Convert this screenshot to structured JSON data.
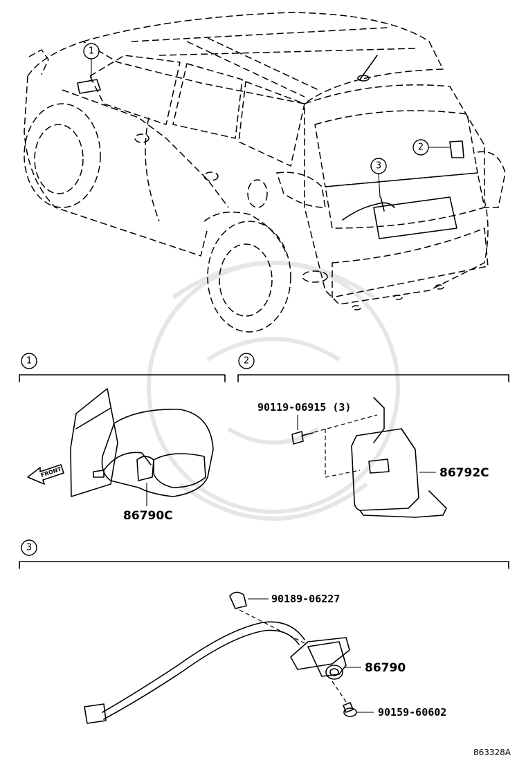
{
  "callouts": {
    "c1": "1",
    "c2": "2",
    "c3": "3"
  },
  "sections": {
    "s1": {
      "label": "1",
      "parts": {
        "mirror_camera": "86790C"
      }
    },
    "s2": {
      "label": "2",
      "parts": {
        "bolt": "90119-06915 (3)",
        "ecu": "86792C"
      }
    },
    "s3": {
      "label": "3",
      "parts": {
        "clip": "90189-06227",
        "camera": "86790",
        "screw": "90159-60602"
      }
    }
  },
  "front_label": "FRONT",
  "reference_number": "863328A"
}
